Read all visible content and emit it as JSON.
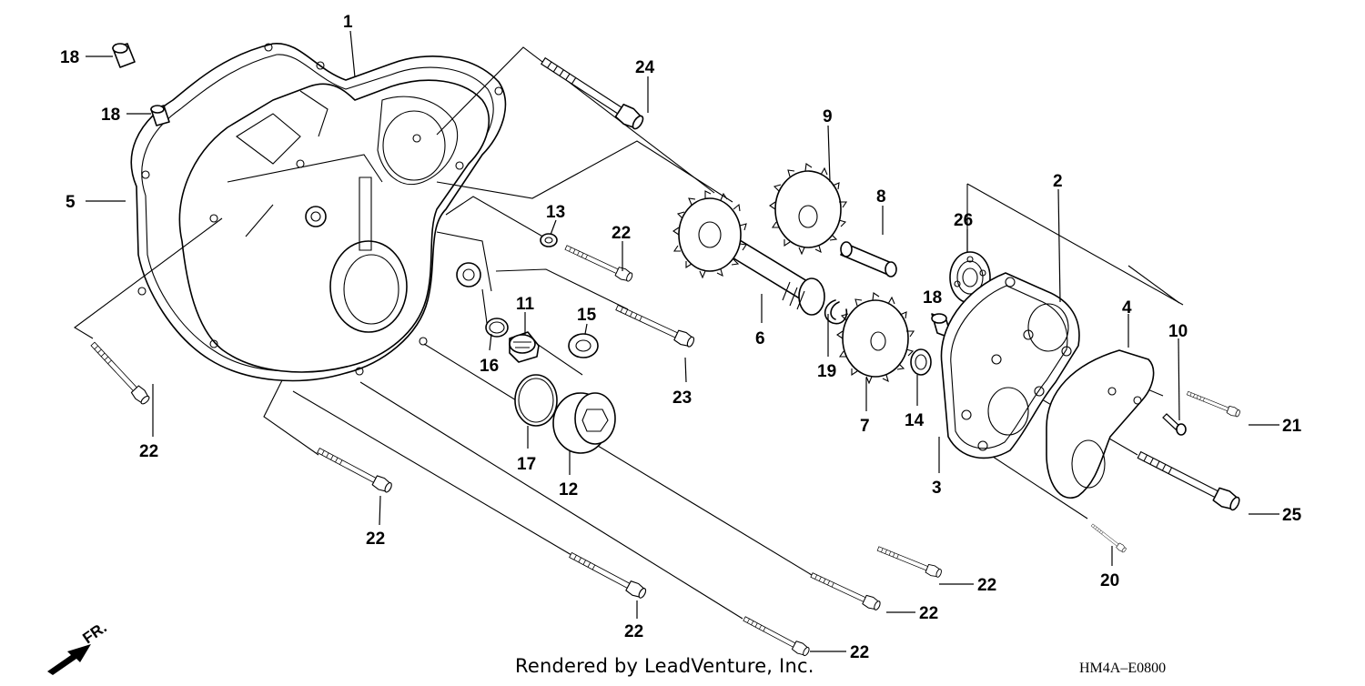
{
  "credit": "Rendered by LeadVenture, Inc.",
  "diagram_code": "HM4A–E0800",
  "fr_label": "FR.",
  "callouts": [
    {
      "id": "c18a",
      "label": "18"
    },
    {
      "id": "c18b",
      "label": "18"
    },
    {
      "id": "c18c",
      "label": "18"
    },
    {
      "id": "c1",
      "label": "1"
    },
    {
      "id": "c5",
      "label": "5"
    },
    {
      "id": "c24",
      "label": "24"
    },
    {
      "id": "c9",
      "label": "9"
    },
    {
      "id": "c8",
      "label": "8"
    },
    {
      "id": "c13",
      "label": "13"
    },
    {
      "id": "c22a",
      "label": "22"
    },
    {
      "id": "c26",
      "label": "26"
    },
    {
      "id": "c2",
      "label": "2"
    },
    {
      "id": "c11",
      "label": "11"
    },
    {
      "id": "c15",
      "label": "15"
    },
    {
      "id": "c6",
      "label": "6"
    },
    {
      "id": "c4",
      "label": "4"
    },
    {
      "id": "c10",
      "label": "10"
    },
    {
      "id": "c16",
      "label": "16"
    },
    {
      "id": "c19",
      "label": "19"
    },
    {
      "id": "c23",
      "label": "23"
    },
    {
      "id": "c7",
      "label": "7"
    },
    {
      "id": "c14",
      "label": "14"
    },
    {
      "id": "c21",
      "label": "21"
    },
    {
      "id": "c22b",
      "label": "22"
    },
    {
      "id": "c17",
      "label": "17"
    },
    {
      "id": "c12",
      "label": "12"
    },
    {
      "id": "c3",
      "label": "3"
    },
    {
      "id": "c25",
      "label": "25"
    },
    {
      "id": "c22c",
      "label": "22"
    },
    {
      "id": "c20",
      "label": "20"
    },
    {
      "id": "c22d",
      "label": "22"
    },
    {
      "id": "c22e",
      "label": "22"
    },
    {
      "id": "c22f",
      "label": "22"
    },
    {
      "id": "c22g",
      "label": "22"
    }
  ]
}
